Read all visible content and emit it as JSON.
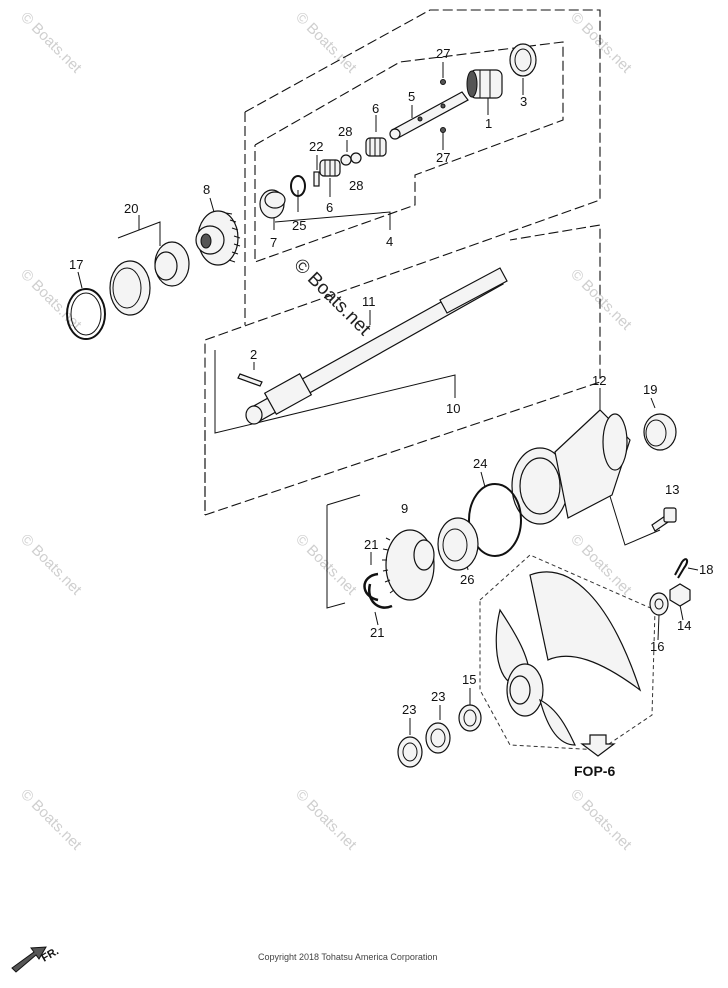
{
  "watermark": {
    "tile_text": "© Boats.net",
    "center_text": "© Boats.net"
  },
  "callouts": {
    "p1": "1",
    "p2": "2",
    "p3": "3",
    "p4": "4",
    "p5": "5",
    "p6a": "6",
    "p6b": "6",
    "p7": "7",
    "p8": "8",
    "p9": "9",
    "p10": "10",
    "p11": "11",
    "p12": "12",
    "p13": "13",
    "p14": "14",
    "p15": "15",
    "p16": "16",
    "p17": "17",
    "p18": "18",
    "p19": "19",
    "p20": "20",
    "p21a": "21",
    "p21b": "21",
    "p22": "22",
    "p23a": "23",
    "p23b": "23",
    "p24": "24",
    "p25": "25",
    "p26": "26",
    "p27a": "27",
    "p27b": "27",
    "p28a": "28",
    "p28b": "28"
  },
  "reference_label": "FOP-6",
  "direction_label": "FR.",
  "copyright": "Copyright 2018 Tohatsu America Corporation",
  "colors": {
    "line": "#111111",
    "watermark": "#cfcfcf",
    "background": "#ffffff"
  }
}
